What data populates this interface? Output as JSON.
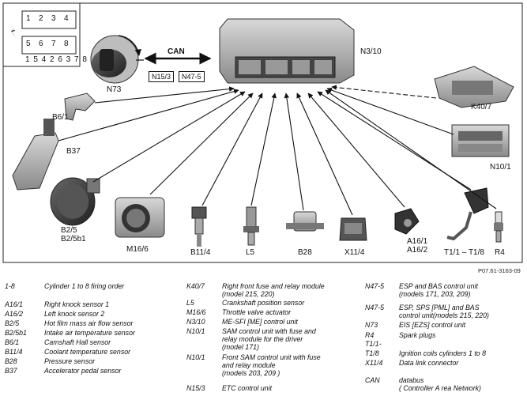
{
  "firing_order": {
    "top_row": [
      "1",
      "2",
      "3",
      "4"
    ],
    "bottom_row": [
      "5",
      "6",
      "7",
      "8"
    ],
    "order_text": "1 5 4 2 6 3 7 8"
  },
  "bus": {
    "label": "CAN",
    "left_box": "N15/3",
    "right_box": "N47-5"
  },
  "components": {
    "n73": "N73",
    "n310": "N3/10",
    "b61": "B6/1",
    "b37": "B37",
    "k407": "K40/7",
    "n101": "N10/1",
    "b25": "B2/5",
    "b25b1": "B2/5b1",
    "m166": "M16/6",
    "b114": "B11/4",
    "l5": "L5",
    "b28": "B28",
    "x114": "X11/4",
    "a161": "A16/1",
    "a162": "A16/2",
    "t1t8": "T1/1 – T1/8",
    "r4": "R4"
  },
  "figure_ref": "P07.61-3163-09",
  "legend": {
    "col1": [
      {
        "code": "1-8",
        "desc": "Cylinder 1 to 8 firing order"
      },
      {
        "code": "A16/1",
        "desc": "Right knock sensor 1"
      },
      {
        "code": "A16/2",
        "desc": "Left knock sensor 2"
      },
      {
        "code": "B2/5",
        "desc": "Hot film mass air flow sensor"
      },
      {
        "code": "B2/5b1",
        "desc": "Intake air temperature sensor"
      },
      {
        "code": "B6/1",
        "desc": "Camshaft Hall sensor"
      },
      {
        "code": "B11/4",
        "desc": "Coolant temperature sensor"
      },
      {
        "code": "B28",
        "desc": "Pressure sensor"
      },
      {
        "code": "B37",
        "desc": "Accelerator pedal sensor"
      }
    ],
    "col2": [
      {
        "code": "K40/7",
        "desc": "Right front fuse and relay module\n(model 215, 220)"
      },
      {
        "code": "L5",
        "desc": "Crankshaft position sensor"
      },
      {
        "code": "M16/6",
        "desc": "Throttle valve actuator"
      },
      {
        "code": "N3/10",
        "desc": "ME-SFI [ME] control unit"
      },
      {
        "code": "N10/1",
        "desc": "SAM control unit with fuse and\nrelay module for the driver\n(model 171)"
      },
      {
        "code": "N10/1",
        "desc": "Front SAM control unit with fuse\nand relay module\n(models 203, 209 )"
      },
      {
        "code": "N15/3",
        "desc": "ETC control unit"
      }
    ],
    "col3": [
      {
        "code": "N47-5",
        "desc": "ESP and BAS control unit\n(models 171, 203, 209)"
      },
      {
        "code": "N47-5",
        "desc": "ESP, SPS [PML] and BAS\ncontrol unit(models 215, 220)"
      },
      {
        "code": "N73",
        "desc": "EIS [EZS] control unit"
      },
      {
        "code": "R4",
        "desc": "Spark plugs"
      },
      {
        "code": "T1/1-",
        "desc": ""
      },
      {
        "code": "T1/8",
        "desc": "Ignition coils cylinders 1 to 8"
      },
      {
        "code": "X11/4",
        "desc": "Data link connector"
      },
      {
        "code": "CAN",
        "desc": "databus\n( Controller A rea  Network)"
      }
    ]
  }
}
